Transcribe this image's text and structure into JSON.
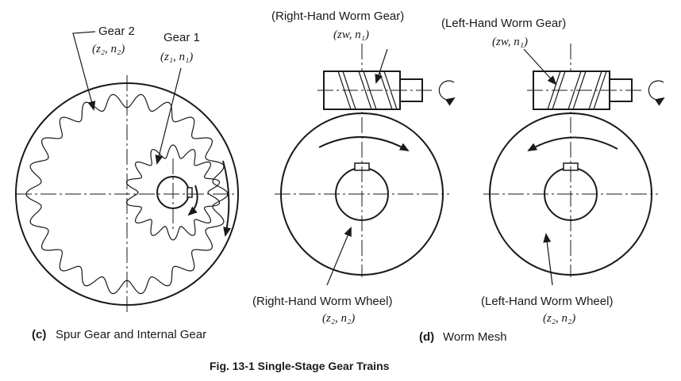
{
  "labels": {
    "gear2": "Gear 2",
    "gear2_params": "(z₂, n₂)",
    "gear1": "Gear 1",
    "gear1_params": "(z₁, n₁)",
    "rh_worm_gear": "(Right-Hand Worm Gear)",
    "rh_worm_params": "(zw, n₁)",
    "lh_worm_gear": "(Left-Hand Worm Gear)",
    "lh_worm_params": "(zw, n₁)",
    "rh_worm_wheel": "(Right-Hand Worm Wheel)",
    "rh_wheel_params": "(z₂, n₂)",
    "lh_worm_wheel": "(Left-Hand Worm Wheel)",
    "lh_wheel_params": "(z₂, n₂)"
  },
  "captions": {
    "c_letter": "(c)",
    "c_text": "Spur Gear and Internal Gear",
    "d_letter": "(d)",
    "d_text": "Worm Mesh",
    "figure": "Fig. 13-1  Single-Stage Gear Trains"
  },
  "gears": {
    "internal_teeth": 22,
    "pinion_teeth": 14
  },
  "colors": {
    "ink": "#1a1a1a",
    "background": "#ffffff"
  }
}
